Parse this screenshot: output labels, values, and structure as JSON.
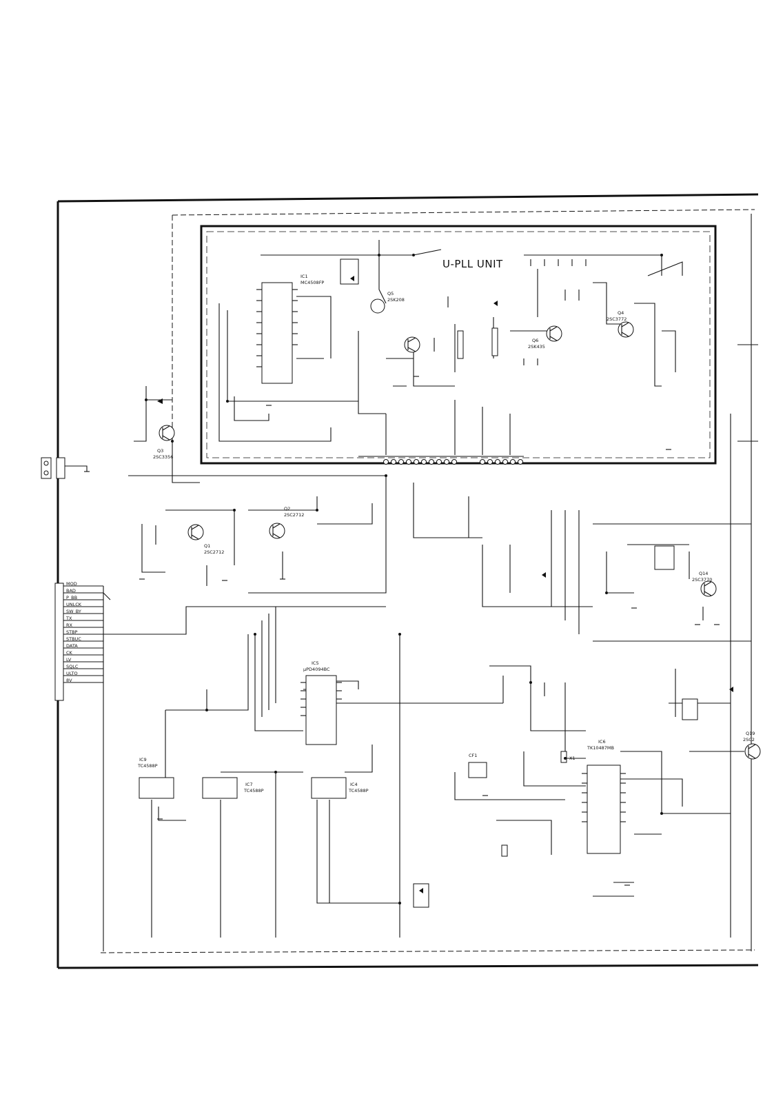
{
  "unit_title": "U-PLL UNIT",
  "ics": {
    "ic1": {
      "ref": "IC1",
      "part": "MC4508FP"
    },
    "ic5": {
      "ref": "IC5",
      "part": "µPD4094BC"
    },
    "ic6": {
      "ref": "IC6",
      "part": "TK10487MB"
    },
    "ic4": {
      "ref": "IC4",
      "part": "TC4588P"
    },
    "ic7": {
      "ref": "IC7",
      "part": "TC4588P"
    },
    "ic9": {
      "ref": "IC9",
      "part": "TC4588P"
    }
  },
  "transistors": {
    "q1": {
      "ref": "Q1",
      "part": "2SC2712"
    },
    "q2": {
      "ref": "Q2",
      "part": "2SC2712"
    },
    "q3": {
      "ref": "Q3",
      "part": "2SC3356"
    },
    "q4": {
      "ref": "Q4",
      "part": "2SC3772"
    },
    "q5": {
      "ref": "Q5",
      "part": "2SK208"
    },
    "q6": {
      "ref": "Q6",
      "part": "2SK435"
    },
    "q14": {
      "ref": "Q14",
      "part": "2SC3770"
    },
    "q19": {
      "ref": "Q19",
      "part": "2SC2"
    }
  },
  "other_labels": {
    "crystal": "X1",
    "ceramic_filter": "CF1"
  },
  "connector_pins": [
    "MOD",
    "BAD",
    "P_BB",
    "UNLCK",
    "SW_BY",
    "TX",
    "RX",
    "STBP",
    "STBUC",
    "DATA",
    "CK",
    "LV",
    "SQLC",
    "ULTO",
    "8V"
  ]
}
